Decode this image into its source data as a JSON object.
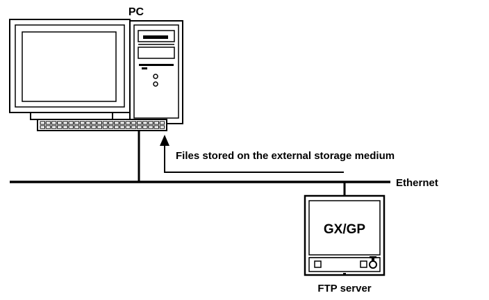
{
  "labels": {
    "pc": "PC",
    "files": "Files stored on the external storage medium",
    "ethernet": "Ethernet",
    "device": "GX/GP",
    "ftp_server": "FTP server"
  },
  "colors": {
    "line": "#000000",
    "background": "#ffffff"
  }
}
